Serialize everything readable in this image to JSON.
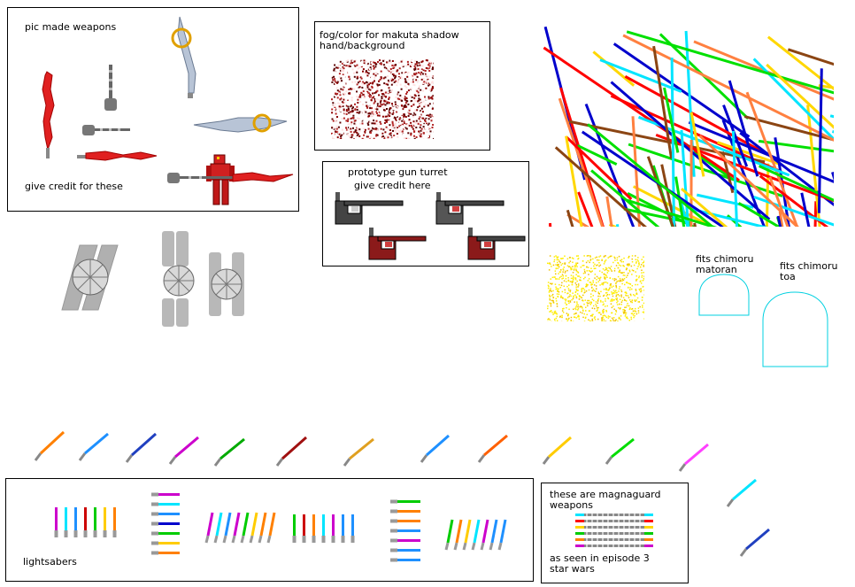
{
  "weapons_panel": {
    "title": "pic made weapons",
    "credit": "give credit for these"
  },
  "fog_panel": {
    "title_line1": "fog/color for makuta shadow",
    "title_line2": "hand/background"
  },
  "turret_panel": {
    "title": "prototype gun turret",
    "credit": "give credit here"
  },
  "chimoru": {
    "matoran_line1": "fits chimoru",
    "matoran_line2": "matoran",
    "toa_line1": "fits chimoru",
    "toa_line2": "toa"
  },
  "lightsabers_panel": {
    "title": "lightsabers"
  },
  "magnaguard_panel": {
    "line1": "these are magnaguard",
    "line2": "weapons",
    "line3": "as seen in episode 3",
    "line4": "star wars"
  },
  "colors": {
    "saber_orange": "#ff8000",
    "saber_blue": "#1e90ff",
    "saber_magenta": "#cc00cc",
    "saber_green": "#00cc00",
    "saber_red": "#cc0000",
    "saber_yellow": "#ffcc00",
    "saber_cyan": "#00e5ff",
    "fog_red": "#8b0000",
    "chimoru_outline": "#00d0e0",
    "dots_yellow": "#ffee00"
  }
}
